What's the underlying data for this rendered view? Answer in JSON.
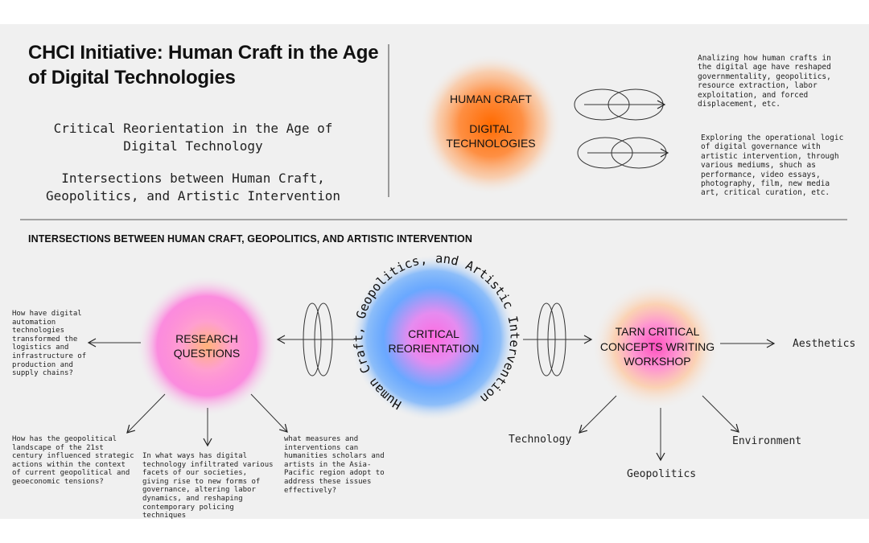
{
  "header": {
    "title": "CHCI Initiative: Human Craft in the Age of Digital Technologies",
    "subtitle1": "Critical Reorientation in the Age of Digital Technology",
    "subtitle2": "Intersections between Human Craft, Geopolitics, and Artistic Intervention"
  },
  "top_diagram": {
    "blob_label1": "HUMAN CRAFT",
    "blob_label2": "DIGITAL TECHNOLOGIES",
    "desc1": "Analizing how human crafts in the digital age have reshaped governmentality, geopolitics, resource extraction, labor exploitation, and forced displacement, etc.",
    "desc2": "Exploring the operational logic of digital governance with artistic intervention, through various mediums, shuch as performance, video essays, photography, film, new media art, critical curation, etc."
  },
  "section_title": "INTERSECTIONS BETWEEN HUMAN CRAFT, GEOPOLITICS, AND ARTISTIC INTERVENTION",
  "center": {
    "label": "CRITICAL REORIENTATION",
    "ring_text": "Human Craft, Geopolitics, and Artistic Intervention"
  },
  "research": {
    "label": "RESEARCH QUESTIONS",
    "q_left": "How have digital automation technologies transformed the logistics and infrastructure of production and supply chains?",
    "q1": "How has the geopolitical landscape of the 21st century influenced strategic actions within the context of current geopolitical and geoeconomic tensions?",
    "q2": "In what ways has digital technology infiltrated various facets of our societies, giving rise to new forms of governance, altering labor dynamics, and reshaping contemporary policing techniques",
    "q3": "what measures and interventions can humanities scholars and artists in the Asia-Pacific region adopt to address these issues effectively?"
  },
  "workshop": {
    "label": "TARN CRITICAL CONCEPTS WRITING WORKSHOP",
    "aesthetics": "Aesthetics",
    "technology": "Technology",
    "geopolitics": "Geopolitics",
    "environment": "Environment"
  },
  "colors": {
    "orange": "#ff7a1f",
    "pink": "#ff5ec8",
    "blue": "#3c8dff",
    "panel": "#f0f0f0"
  }
}
